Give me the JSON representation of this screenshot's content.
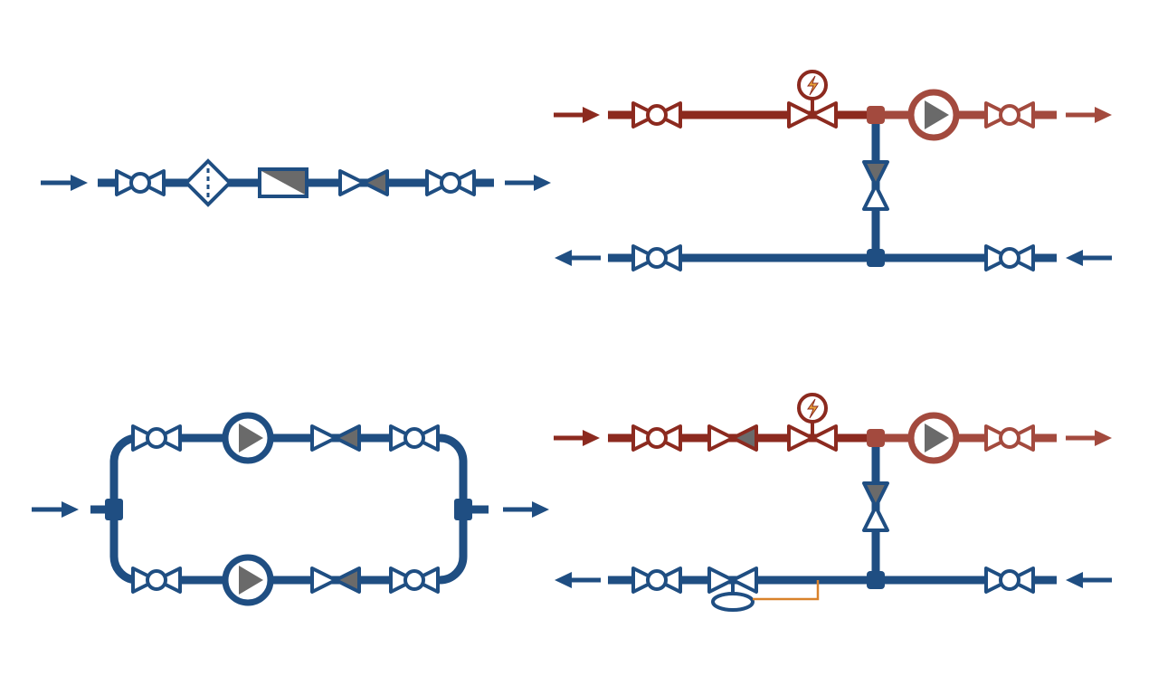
{
  "colors": {
    "supply": "#8c2a1f",
    "supply_light": "#a34a3e",
    "return": "#1f4e82",
    "pump_fill": "#6a6a6a",
    "check_fill": "#6a6a6a",
    "signal_wire": "#d9822b",
    "actuator_fill": "#e8a33a",
    "background": "#ffffff"
  },
  "diagrams": [
    {
      "id": "filter-line",
      "components": [
        "inlet-arrow",
        "ball-valve",
        "strainer",
        "heat-meter",
        "check-valve",
        "ball-valve",
        "outlet-arrow"
      ]
    },
    {
      "id": "mixing-circuit",
      "supply_components": [
        "inlet-arrow",
        "ball-valve",
        "motorized-mixing-valve",
        "tee",
        "circulation-pump",
        "ball-valve",
        "outlet-arrow"
      ],
      "bypass_components": [
        "check-valve"
      ],
      "return_components": [
        "outlet-arrow",
        "ball-valve",
        "tee",
        "ball-valve",
        "inlet-arrow"
      ]
    },
    {
      "id": "twin-pump-loop",
      "branch_components": [
        "ball-valve",
        "circulation-pump",
        "check-valve",
        "ball-valve"
      ],
      "branches": 2
    },
    {
      "id": "mixing-circuit-with-balancing",
      "supply_components": [
        "inlet-arrow",
        "ball-valve",
        "check-valve",
        "motorized-mixing-valve",
        "tee",
        "circulation-pump",
        "ball-valve",
        "outlet-arrow"
      ],
      "bypass_components": [
        "check-valve"
      ],
      "return_components": [
        "outlet-arrow",
        "ball-valve",
        "thermostatic-valve",
        "tee",
        "ball-valve",
        "inlet-arrow"
      ]
    }
  ]
}
